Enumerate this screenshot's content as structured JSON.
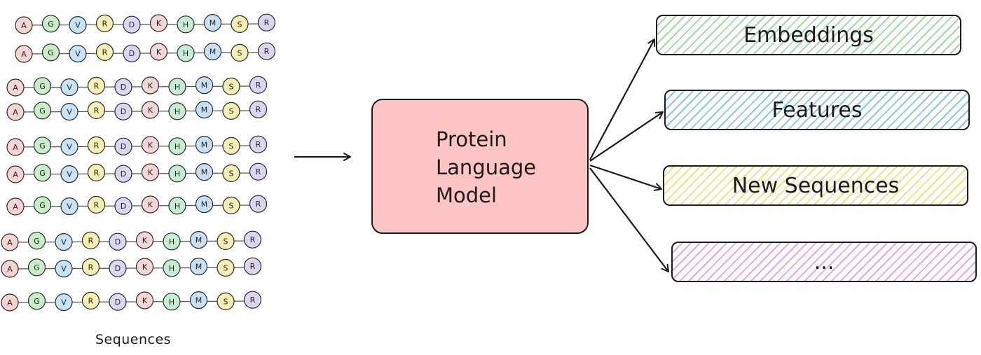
{
  "sequences": {
    "label": "Sequences",
    "residues": [
      "A",
      "G",
      "V",
      "R",
      "D",
      "K",
      "H",
      "M",
      "S",
      "R"
    ],
    "residue_colors": [
      "#f7d4d4",
      "#c9ecc9",
      "#c8e3f5",
      "#f7efb4",
      "#dcd6f1",
      "#f4d6d6",
      "#c6ecd2",
      "#c8e0f4",
      "#f5eeb6",
      "#ddd4f0"
    ],
    "row_count": 10
  },
  "model": {
    "label": "Protein\nLanguage\nModel",
    "fill": "#ffc4c4"
  },
  "outputs": [
    {
      "label": "Embeddings",
      "color": "#9fdca0"
    },
    {
      "label": "Features",
      "color": "#8fc6e8"
    },
    {
      "label": "New Sequences",
      "color": "#ece38a"
    },
    {
      "label": "...",
      "color": "#e2a9ef"
    }
  ]
}
